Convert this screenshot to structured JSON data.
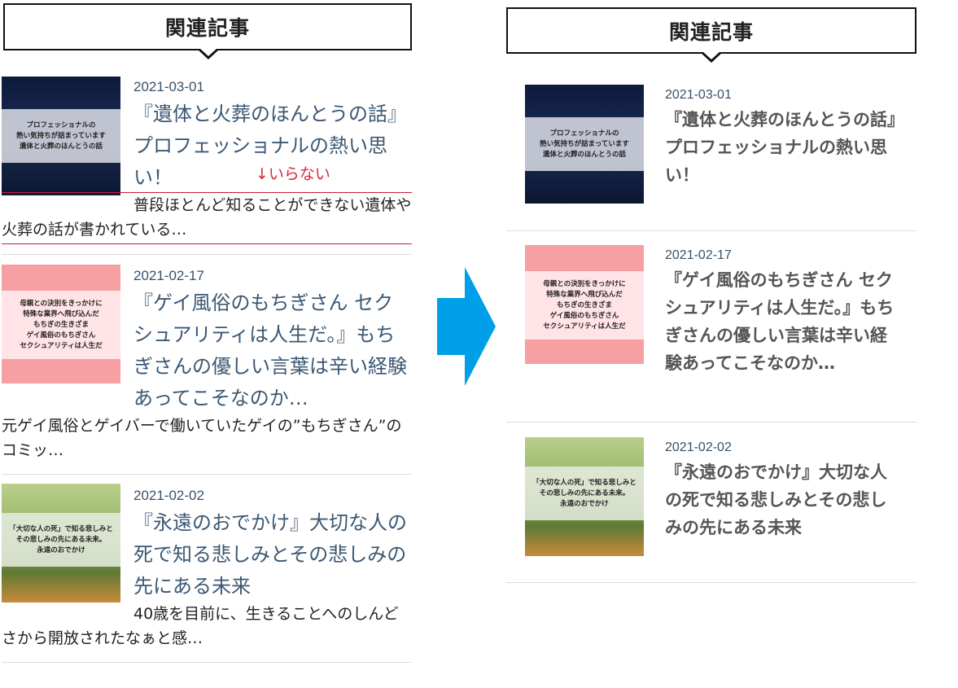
{
  "header": {
    "title": "関連記事"
  },
  "note": "↓いらない",
  "articles": [
    {
      "date": "2021-03-01",
      "title": "『遺体と火葬のほんとうの話』プロフェッショナルの熱い思い！",
      "excerpt": "普段ほとんど知ることができない遺体や火葬の話が書かれている…",
      "thumb_lines": [
        "プロフェッショナルの",
        "熱い気持ちが詰まっています",
        "遺体と火葬のほんとうの話"
      ]
    },
    {
      "date": "2021-02-17",
      "title": "『ゲイ風俗のもちぎさん セクシュアリティは人生だ。』もちぎさんの優しい言葉は辛い経験あってこそなのか…",
      "excerpt": "元ゲイ風俗とゲイバーで働いていたゲイの”もちぎさん”のコミッ…",
      "thumb_lines": [
        "母親との決別をきっかけに",
        "特殊な業界へ飛び込んだ",
        "もちぎの生きざま",
        "ゲイ風俗のもちぎさん",
        "セクシュアリティは人生だ"
      ]
    },
    {
      "date": "2021-02-02",
      "title": "『永遠のおでかけ』大切な人の死で知る悲しみとその悲しみの先にある未来",
      "excerpt": "40歳を目前に、生きることへのしんどさから開放されたなぁと感…",
      "thumb_lines": [
        "「大切な人の死」で知る悲しみと",
        "その悲しみの先にある未来。",
        "永遠のおでかけ"
      ]
    }
  ],
  "colors": {
    "accent_arrow": "#00a0e9",
    "note_red": "#d52a38",
    "title_blue": "#3b5874"
  },
  "icons": {
    "arrow": "right-arrow-icon"
  }
}
